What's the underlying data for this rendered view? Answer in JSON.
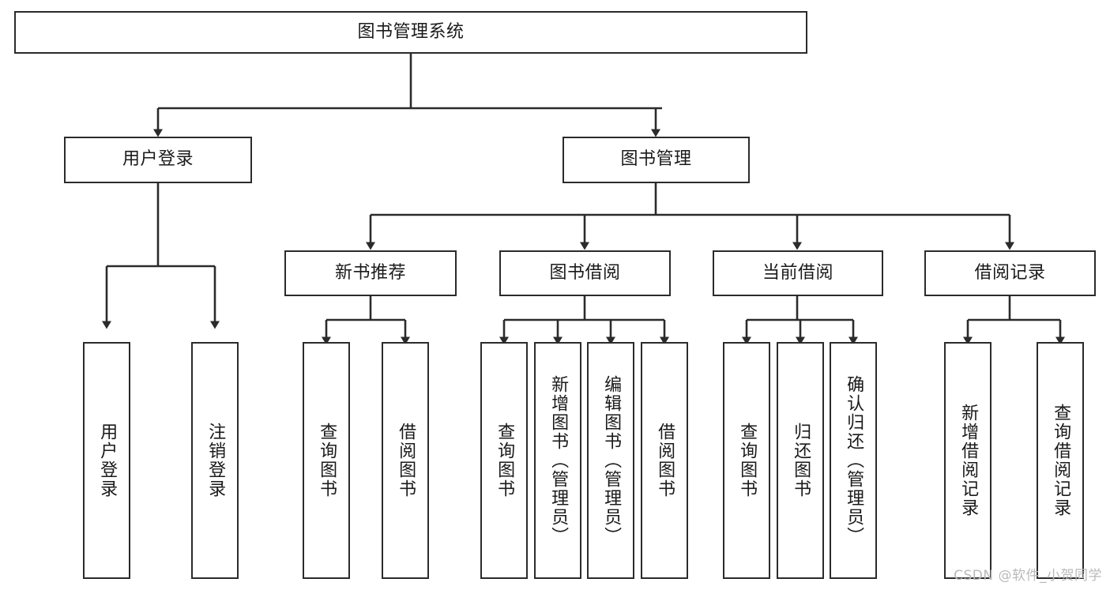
{
  "diagram": {
    "type": "tree-hierarchy",
    "title": "图书管理系统",
    "root": {
      "label": "图书管理系统"
    },
    "level2": [
      {
        "id": "user-login",
        "label": "用户登录"
      },
      {
        "id": "book-management",
        "label": "图书管理"
      }
    ],
    "level3": [
      {
        "id": "new-book-recommend",
        "label": "新书推荐",
        "parent": "book-management"
      },
      {
        "id": "book-borrow",
        "label": "图书借阅",
        "parent": "book-management"
      },
      {
        "id": "current-borrow",
        "label": "当前借阅",
        "parent": "book-management"
      },
      {
        "id": "borrow-record",
        "label": "借阅记录",
        "parent": "book-management"
      }
    ],
    "leaves": [
      {
        "id": "leaf-user-login",
        "label": "用户登录",
        "parent": "user-login"
      },
      {
        "id": "leaf-logout-login",
        "label": "注销登录",
        "parent": "user-login"
      },
      {
        "id": "leaf-query-book-1",
        "label": "查询图书",
        "parent": "new-book-recommend"
      },
      {
        "id": "leaf-borrow-book-1",
        "label": "借阅图书",
        "parent": "new-book-recommend"
      },
      {
        "id": "leaf-query-book-2",
        "label": "查询图书",
        "parent": "book-borrow"
      },
      {
        "id": "leaf-add-book",
        "label": "新增图书（管理员）",
        "parent": "book-borrow"
      },
      {
        "id": "leaf-edit-book",
        "label": "编辑图书（管理员）",
        "parent": "book-borrow"
      },
      {
        "id": "leaf-borrow-book-2",
        "label": "借阅图书",
        "parent": "book-borrow"
      },
      {
        "id": "leaf-query-book-3",
        "label": "查询图书",
        "parent": "current-borrow"
      },
      {
        "id": "leaf-return-book",
        "label": "归还图书",
        "parent": "current-borrow"
      },
      {
        "id": "leaf-confirm-return",
        "label": "确认归还（管理员）",
        "parent": "current-borrow"
      },
      {
        "id": "leaf-add-record",
        "label": "新增借阅记录",
        "parent": "borrow-record"
      },
      {
        "id": "leaf-query-record",
        "label": "查询借阅记录",
        "parent": "borrow-record"
      }
    ]
  },
  "watermark": {
    "text": "CSDN @软件_小贺同学"
  },
  "colors": {
    "stroke": "#2b2b2b",
    "background": "#ffffff",
    "text": "#1a1a1a",
    "watermark": "#b9b9b9"
  }
}
